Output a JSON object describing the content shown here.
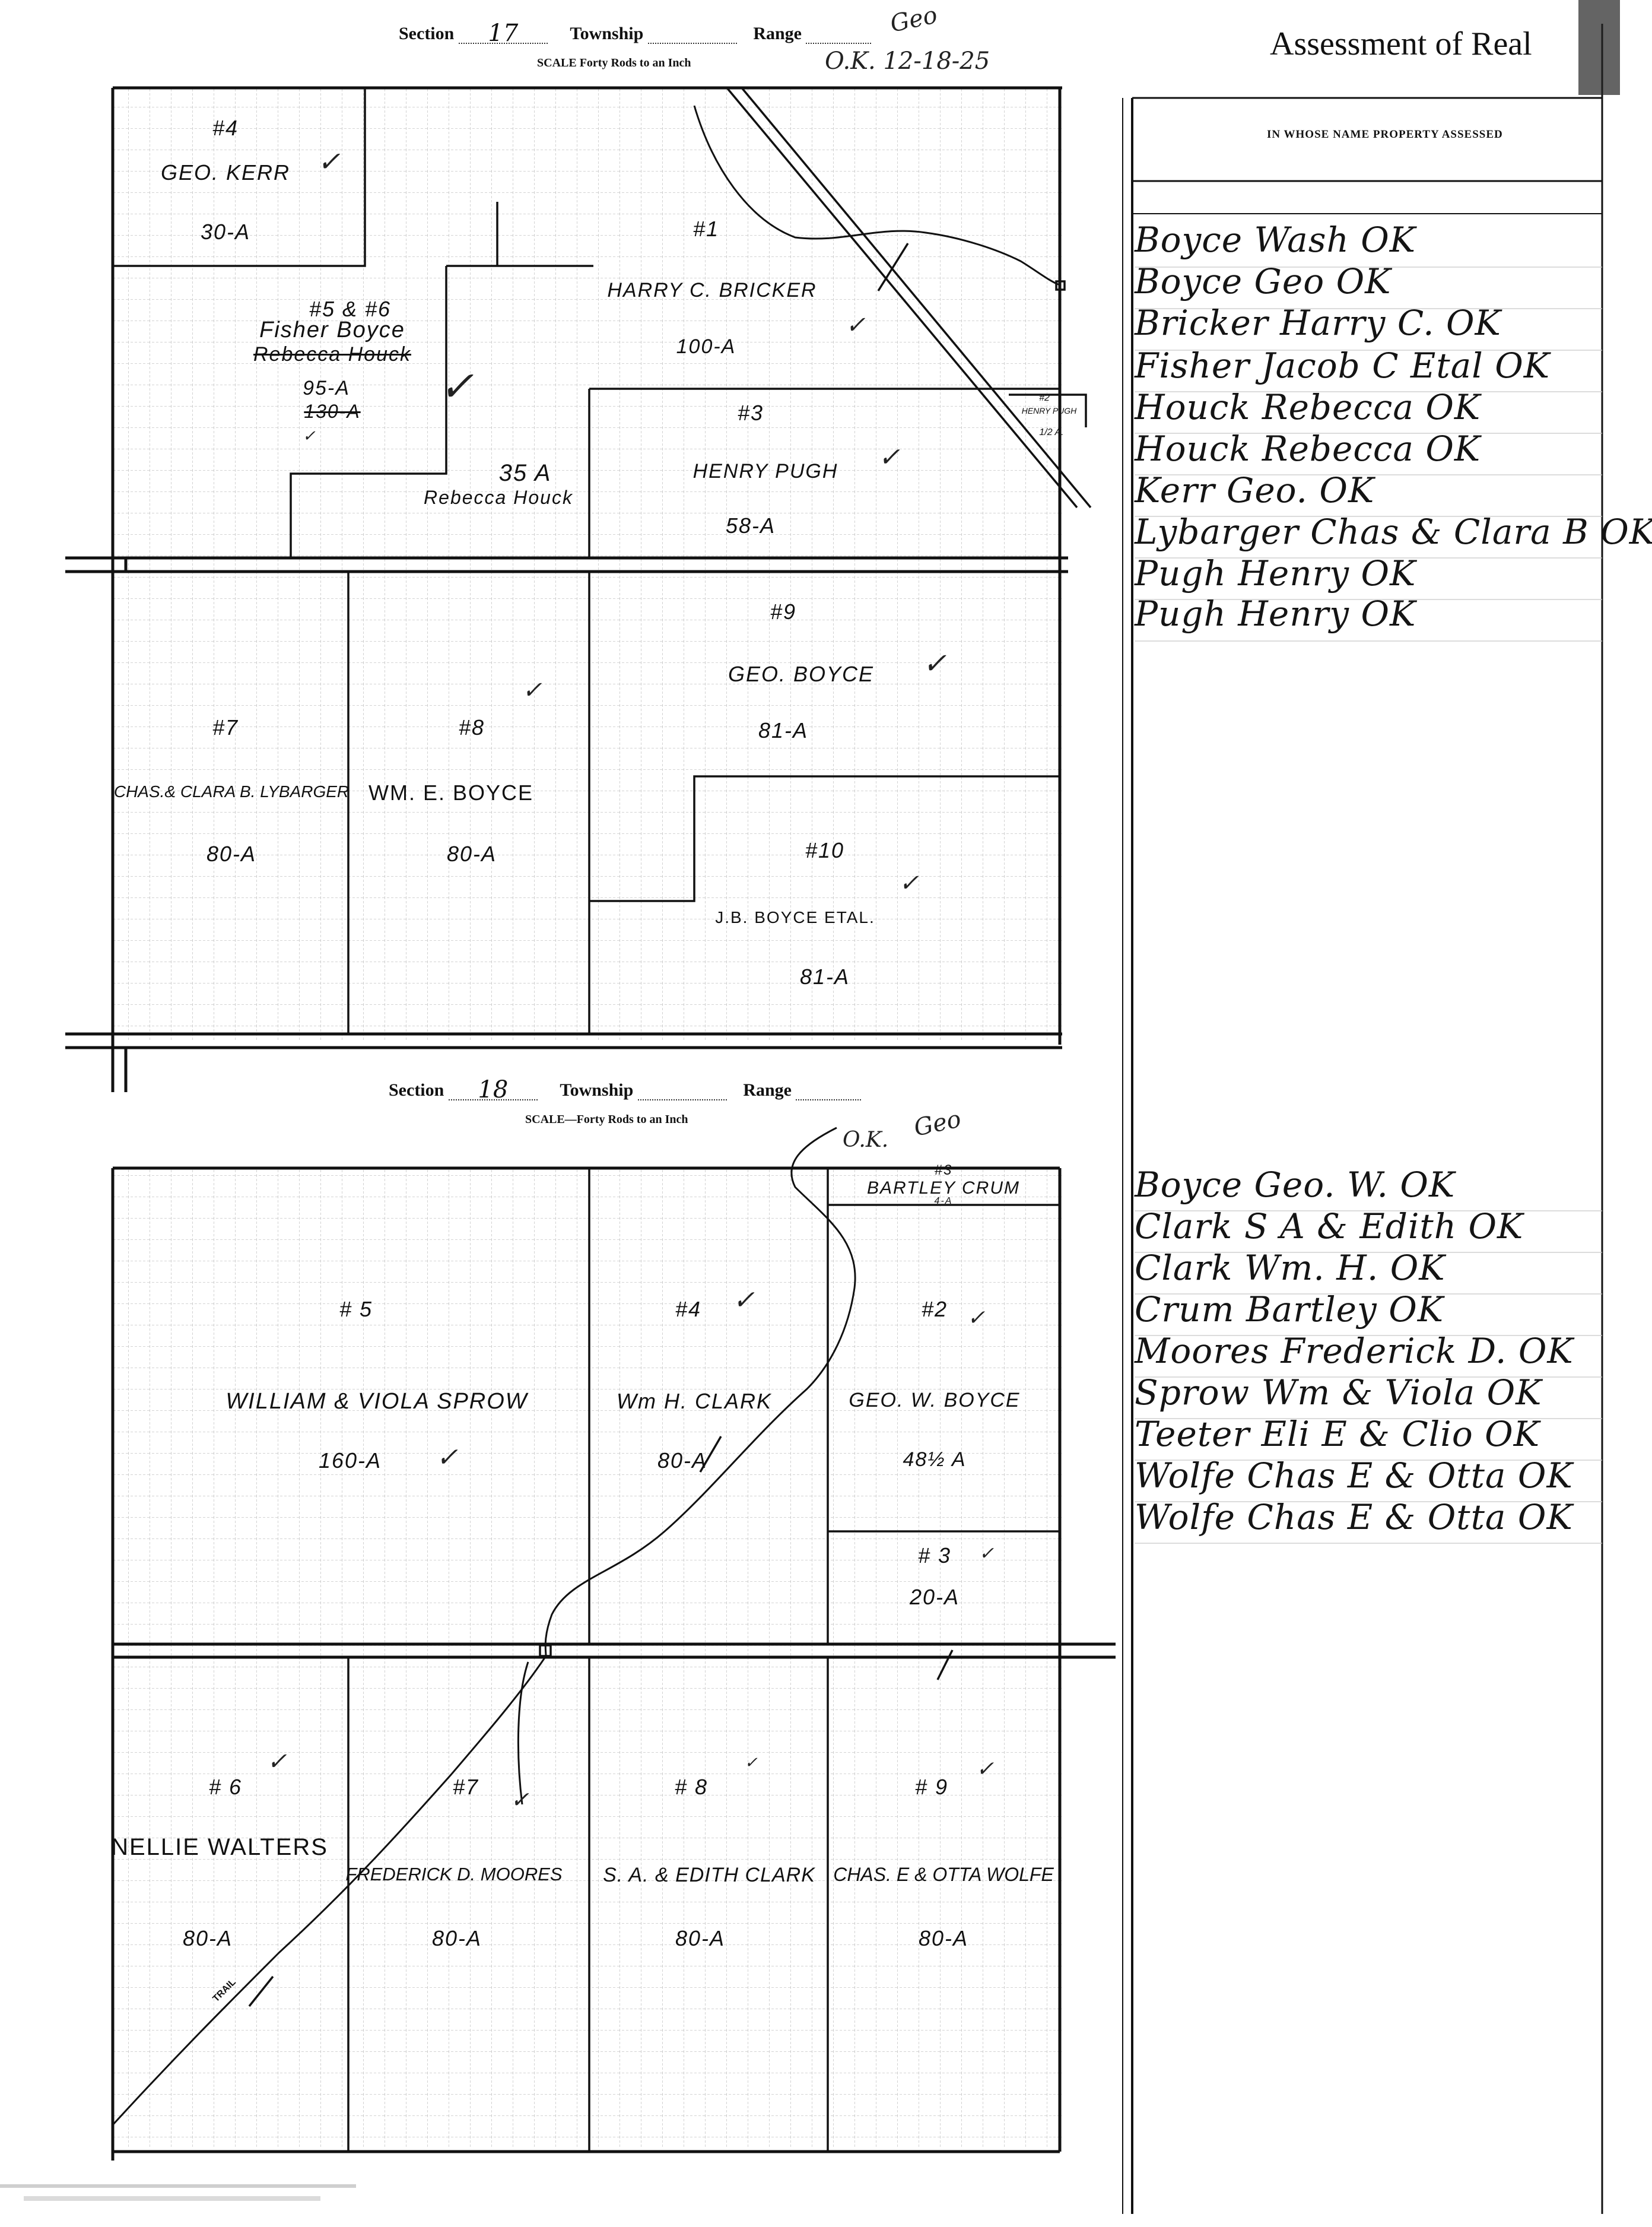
{
  "map_top": {
    "header": {
      "section_label": "Section",
      "section_value": "17",
      "township_label": "Township",
      "range_label": "Range",
      "scale": "SCALE Forty Rods to an Inch",
      "ok_note": "O.K. 12-18-25",
      "initials": "Geo"
    },
    "parcels": [
      {
        "num": "#4",
        "owner": "GEO. KERR",
        "acres": "30-A"
      },
      {
        "num": "#1",
        "owner": "HARRY C. BRICKER",
        "acres": "100-A"
      },
      {
        "num": "#5 & #6",
        "owner": "Fisher Boyce",
        "struck": "Rebecca Houck",
        "acres": "95-A",
        "struck_acres": "130-A"
      },
      {
        "num": "",
        "owner": "Rebecca Houck",
        "acres": "35 A"
      },
      {
        "num": "#3",
        "owner": "HENRY PUGH",
        "acres": "58-A"
      },
      {
        "num": "#2",
        "owner": "HENRY PUGH",
        "acres": "1/2 A."
      },
      {
        "num": "#9",
        "owner": "GEO. BOYCE",
        "acres": "81-A"
      },
      {
        "num": "#7",
        "owner": "CHAS.& CLARA B. LYBARGER",
        "acres": "80-A"
      },
      {
        "num": "#8",
        "owner": "WM. E. BOYCE",
        "acres": "80-A"
      },
      {
        "num": "#10",
        "owner": "J.B. BOYCE ETAL.",
        "acres": "81-A"
      }
    ]
  },
  "map_bottom": {
    "header": {
      "section_label": "Section",
      "section_value": "18",
      "township_label": "Township",
      "range_label": "Range",
      "scale": "SCALE—Forty Rods to an Inch",
      "ok_note": "O.K.",
      "initials": "Geo"
    },
    "parcels": [
      {
        "num": "#3",
        "owner": "BARTLEY CRUM",
        "acres": "4-A"
      },
      {
        "num": "# 5",
        "owner": "WILLIAM & VIOLA SPROW",
        "acres": "160-A"
      },
      {
        "num": "#4",
        "owner": "Wm H. CLARK",
        "acres": "80-A"
      },
      {
        "num": "#2",
        "owner": "GEO. W. BOYCE",
        "acres": "48½ A"
      },
      {
        "num": "# 3",
        "owner": "",
        "acres": "20-A"
      },
      {
        "num": "# 6",
        "owner": "NELLIE WALTERS",
        "acres": "80-A"
      },
      {
        "num": "#7",
        "owner": "FREDERICK D. MOORES",
        "acres": "80-A"
      },
      {
        "num": "# 8",
        "owner": "S. A. & EDITH CLARK",
        "acres": "80-A"
      },
      {
        "num": "# 9",
        "owner": "CHAS. E & OTTA WOLFE",
        "acres": "80-A"
      }
    ],
    "trail_label": "TRAIL"
  },
  "ledger": {
    "title": "Assessment of Real",
    "column_header": "IN WHOSE NAME PROPERTY ASSESSED",
    "section17_entries": [
      "Boyce Wash OK",
      "Boyce Geo OK",
      "Bricker Harry C. OK",
      "Fisher Jacob C Etal OK",
      "Houck Rebecca OK",
      "Houck Rebecca OK",
      "Kerr Geo. OK",
      "Lybarger Chas & Clara B OK",
      "Pugh Henry OK",
      "Pugh Henry OK"
    ],
    "section18_entries": [
      "Boyce Geo. W. OK",
      "Clark S A & Edith OK",
      "Clark Wm. H. OK",
      "Crum Bartley OK",
      "Moores Frederick D. OK",
      "Sprow Wm & Viola OK",
      "Teeter Eli E & Clio OK",
      "Wolfe Chas E & Otta OK",
      "Wolfe Chas E & Otta OK"
    ]
  }
}
